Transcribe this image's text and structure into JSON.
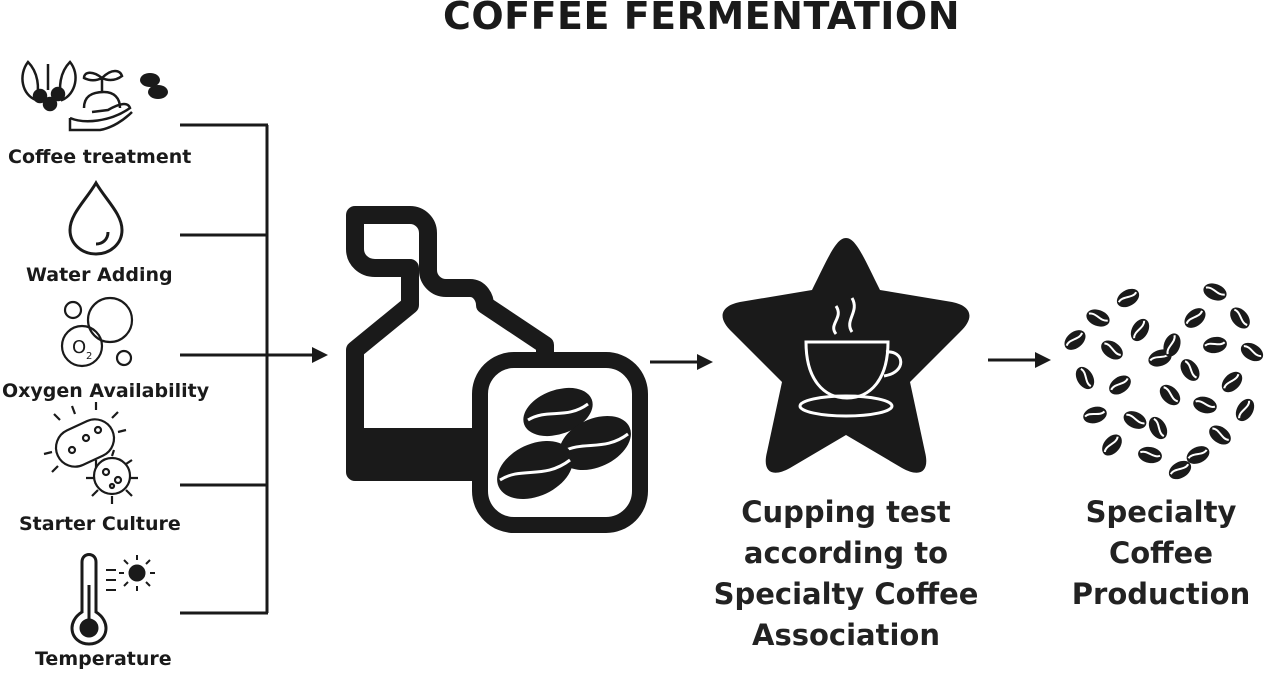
{
  "title": "COFFEE FERMENTATION",
  "factors": [
    {
      "label": "Coffee treatment",
      "icon": "coffee-plant-icon"
    },
    {
      "label": "Water Adding",
      "icon": "water-drop-icon"
    },
    {
      "label": "Oxygen Availability",
      "icon": "oxygen-bubbles-icon"
    },
    {
      "label": "Starter Culture",
      "icon": "microbes-icon"
    },
    {
      "label": "Temperature",
      "icon": "thermometer-icon"
    }
  ],
  "stages": {
    "cupping": [
      "Cupping test",
      "according to",
      "Specialty Coffee",
      "Association"
    ],
    "production": [
      "Specialty Coffee",
      "Production"
    ]
  }
}
